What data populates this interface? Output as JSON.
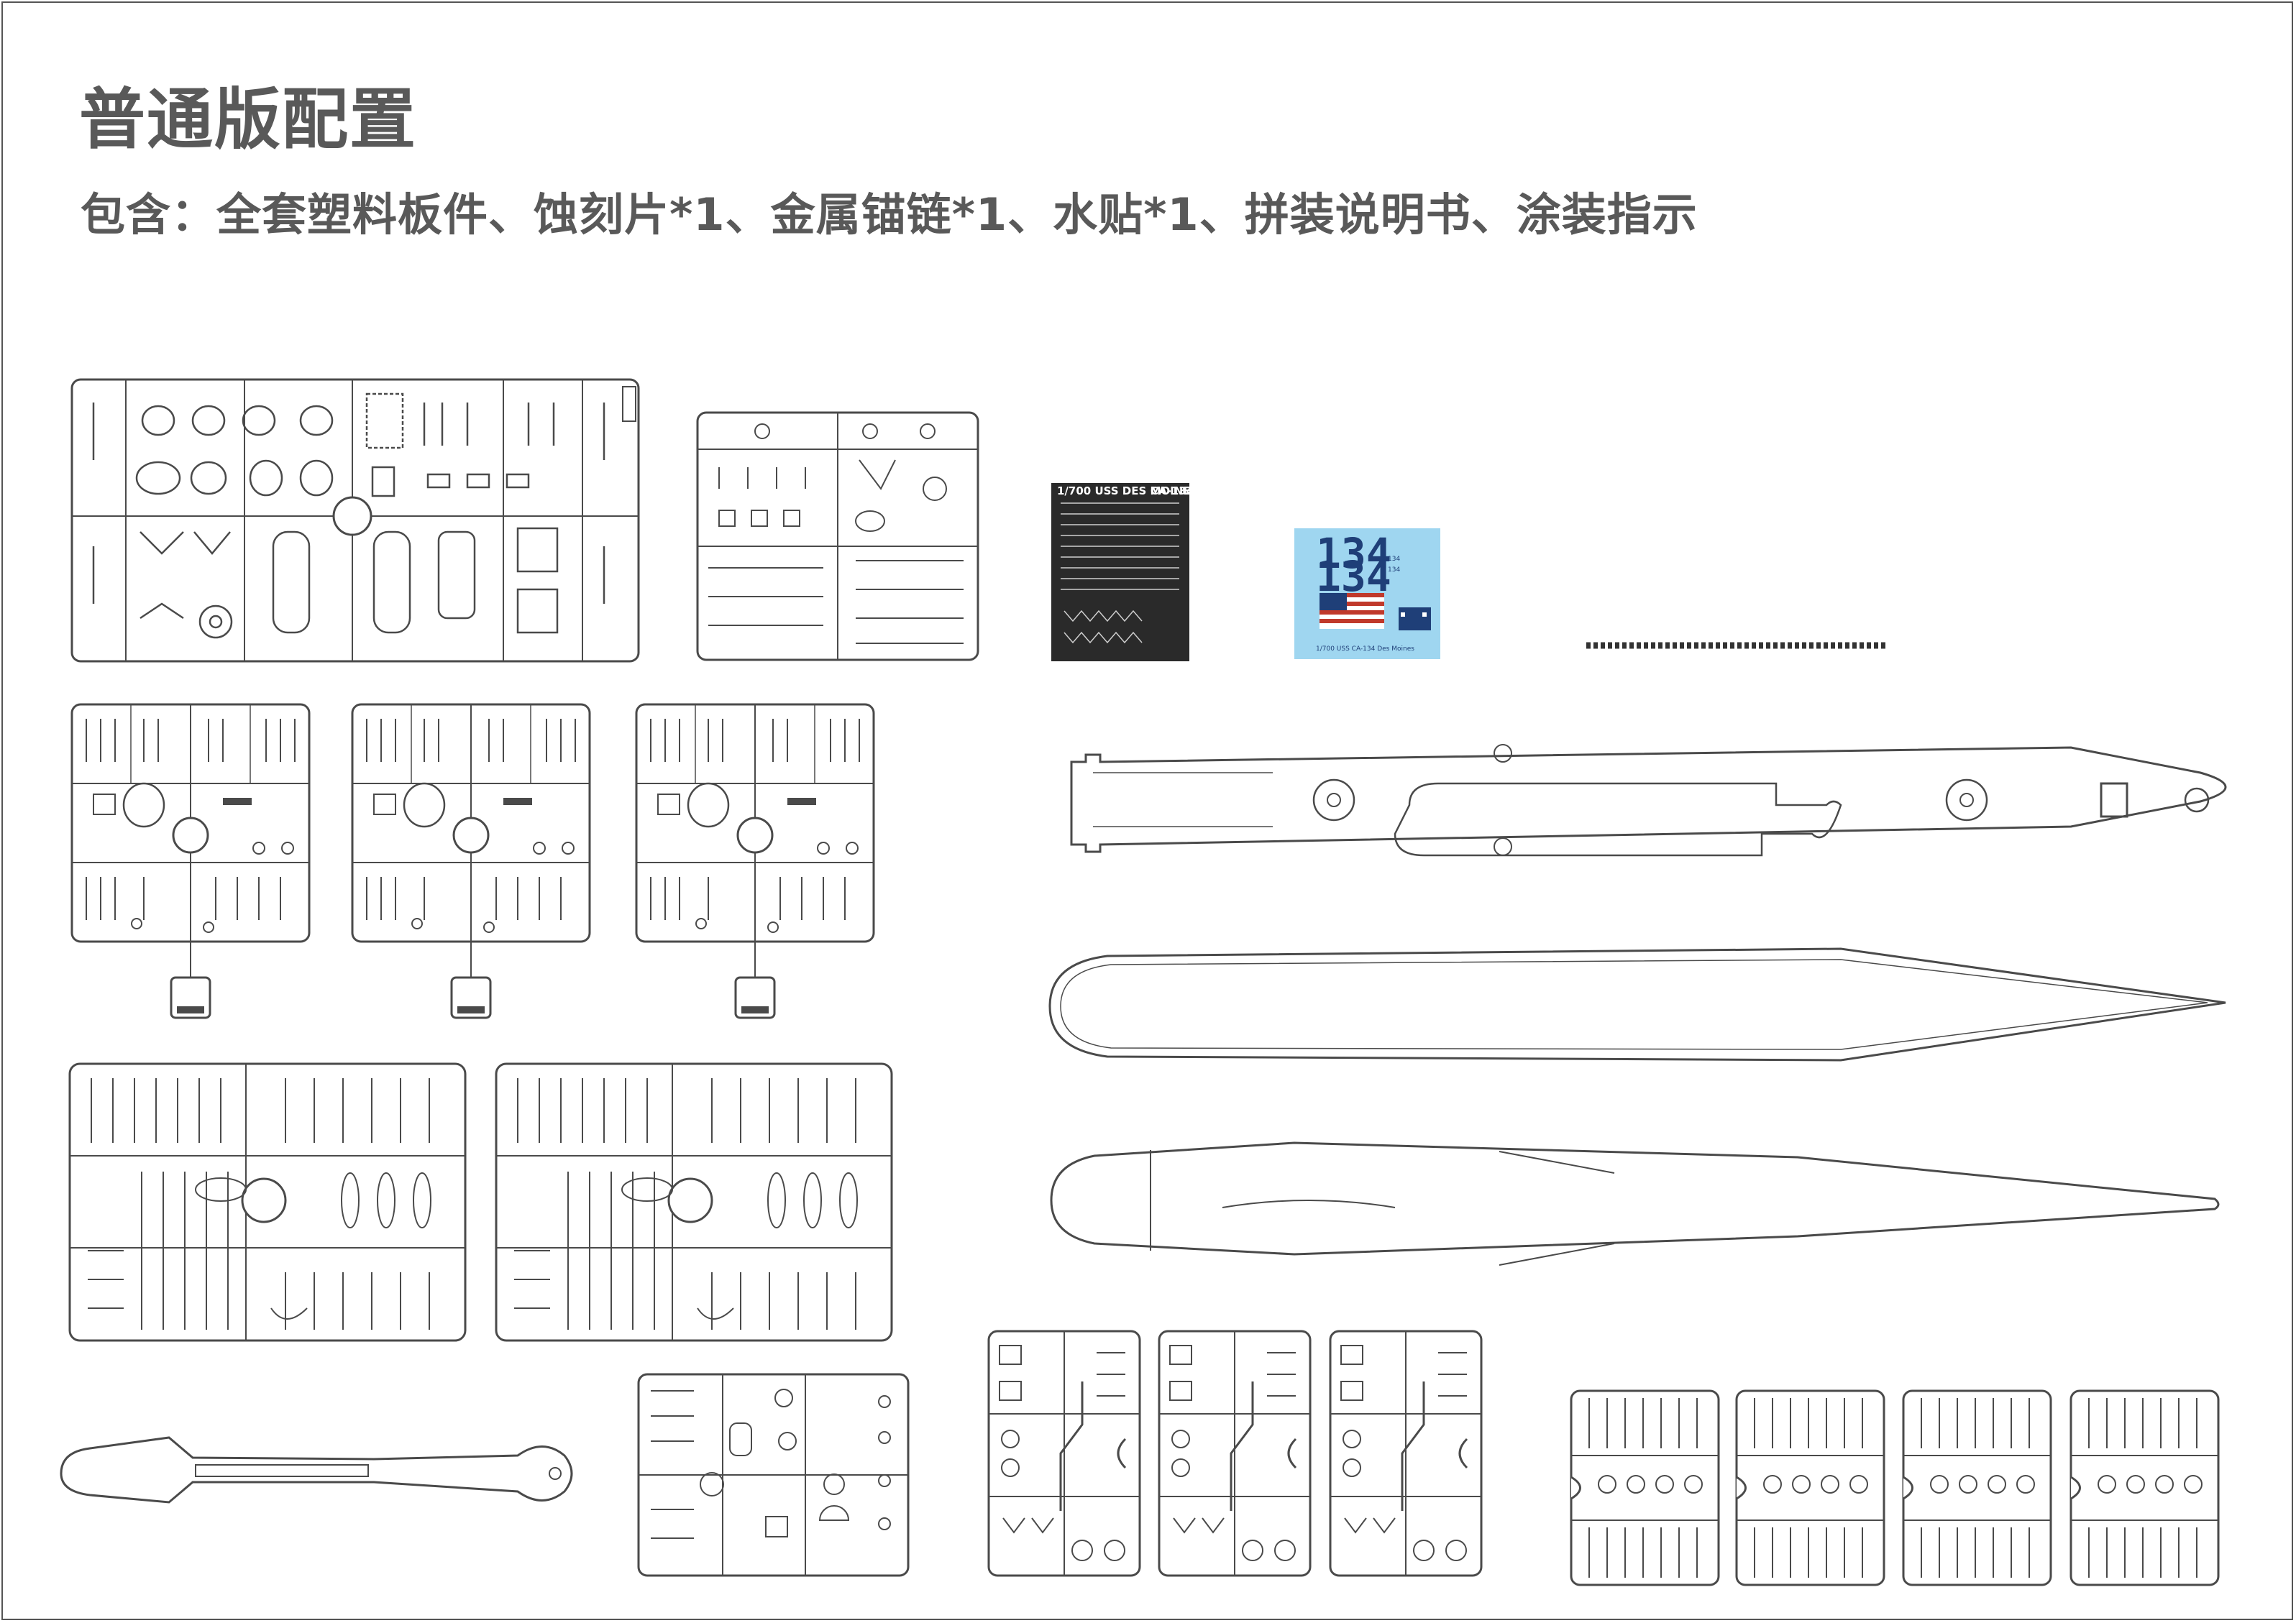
{
  "header": {
    "title": "普通版配置",
    "subtitle": "包含：全套塑料板件、蚀刻片*1、金属锚链*1、水贴*1、拼装说明书、涂装指示"
  },
  "photo_etch": {
    "model_label": "1/700 USS DES MOINES",
    "hull_code": "CA-134"
  },
  "decal_sheet": {
    "hull_number_a": "134",
    "hull_number_b": "134",
    "small_number_a": "134",
    "small_number_b": "134",
    "caption": "1/700 USS CA-134 Des Moines"
  },
  "colors": {
    "line": "#4a4a4a",
    "photo_etch_sheet": "#2a2a2a",
    "decal_background": "#9fd6f0",
    "flag_blue": "#1f3f78",
    "flag_red": "#c0392b",
    "text_gray": "#595959"
  }
}
